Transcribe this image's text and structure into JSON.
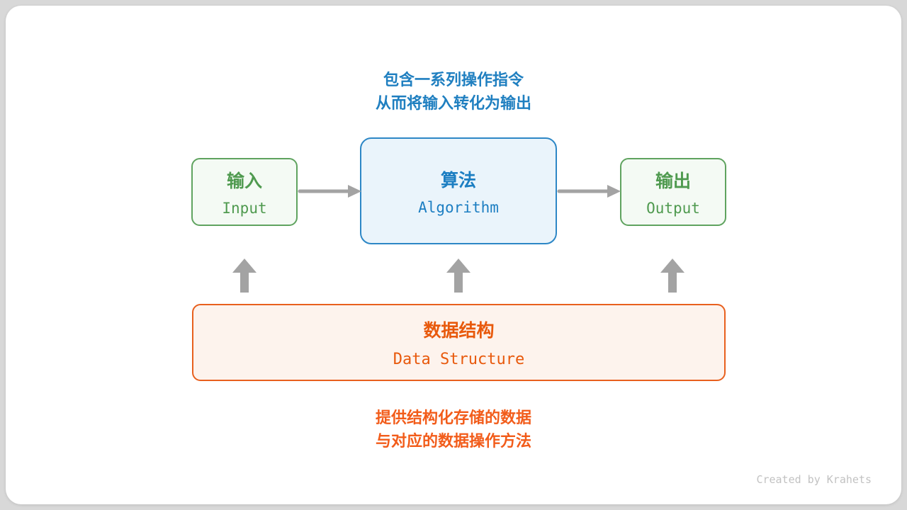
{
  "diagram": {
    "title_note": {
      "line1": "包含一系列操作指令",
      "line2": "从而将输入转化为输出"
    },
    "nodes": {
      "input": {
        "title": "输入",
        "subtitle": "Input"
      },
      "algorithm": {
        "title": "算法",
        "subtitle": "Algorithm"
      },
      "output": {
        "title": "输出",
        "subtitle": "Output"
      },
      "data_structure": {
        "title": "数据结构",
        "subtitle": "Data Structure"
      }
    },
    "bottom_note": {
      "line1": "提供结构化存储的数据",
      "line2": "与对应的数据操作方法"
    },
    "credit": "Created by Krahets",
    "colors": {
      "green_text": "#4f9a4f",
      "green_border": "#5fa35f",
      "green_bg": "#f4faf4",
      "blue_text": "#1c7ec2",
      "blue_border": "#2d87c6",
      "blue_bg": "#eaf4fb",
      "orange_text": "#e8590c",
      "orange_border": "#e8601e",
      "orange_bg": "#fdf3ed",
      "arrow_gray": "#a3a3a3",
      "credit_gray": "#c2c2c2"
    }
  }
}
